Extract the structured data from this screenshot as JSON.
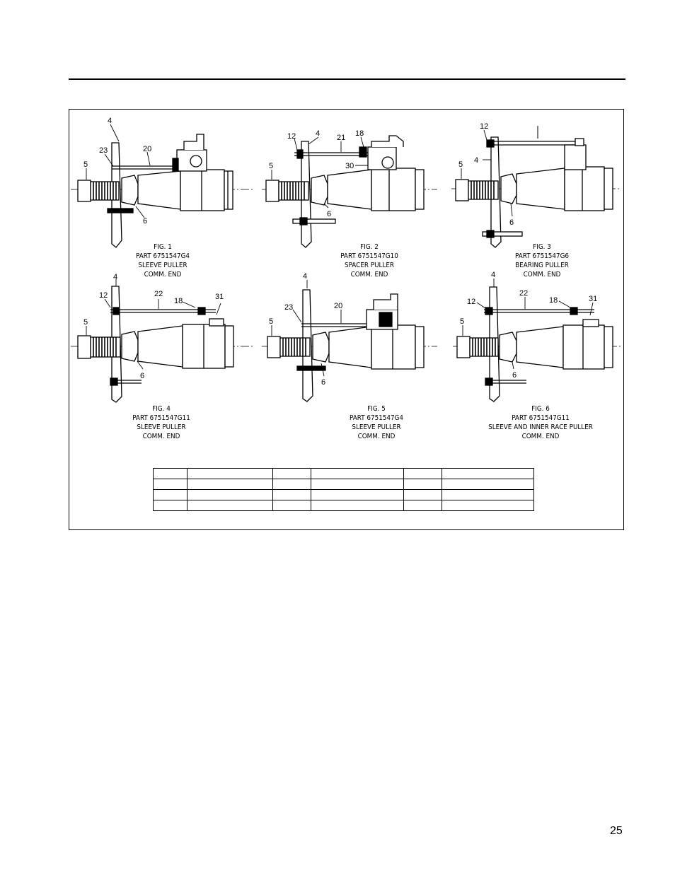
{
  "figures": [
    {
      "title": "FIG. 1",
      "part": "PART 6751547G4",
      "name": "SLEEVE PULLER",
      "end": "COMM. END",
      "callouts": [
        "4",
        "23",
        "20",
        "5",
        "6"
      ]
    },
    {
      "title": "FIG. 2",
      "part": "PART 6751547G10",
      "name": "SPACER PULLER",
      "end": "COMM. END",
      "callouts": [
        "12",
        "4",
        "21",
        "18",
        "30",
        "5",
        "6"
      ]
    },
    {
      "title": "FIG. 3",
      "part": "PART 6751547G6",
      "name": "BEARING PULLER",
      "end": "COMM. END",
      "callouts": [
        "12",
        "4",
        "5",
        "6"
      ]
    },
    {
      "title": "FIG. 4",
      "part": "PART 6751547G11",
      "name": "SLEEVE PULLER",
      "end": "COMM. END",
      "callouts": [
        "4",
        "12",
        "22",
        "18",
        "31",
        "5",
        "6"
      ]
    },
    {
      "title": "FIG. 5",
      "part": "PART 6751547G4",
      "name": "SLEEVE PULLER",
      "end": "COMM. END",
      "callouts": [
        "4",
        "23",
        "20",
        "5",
        "6"
      ]
    },
    {
      "title": "FIG. 6",
      "part": "PART 6751547G11",
      "name": "SLEEVE AND INNER RACE PULLER",
      "end": "COMM. END",
      "callouts": [
        "4",
        "12",
        "22",
        "18",
        "31",
        "5",
        "6"
      ]
    }
  ],
  "page_number": "25"
}
